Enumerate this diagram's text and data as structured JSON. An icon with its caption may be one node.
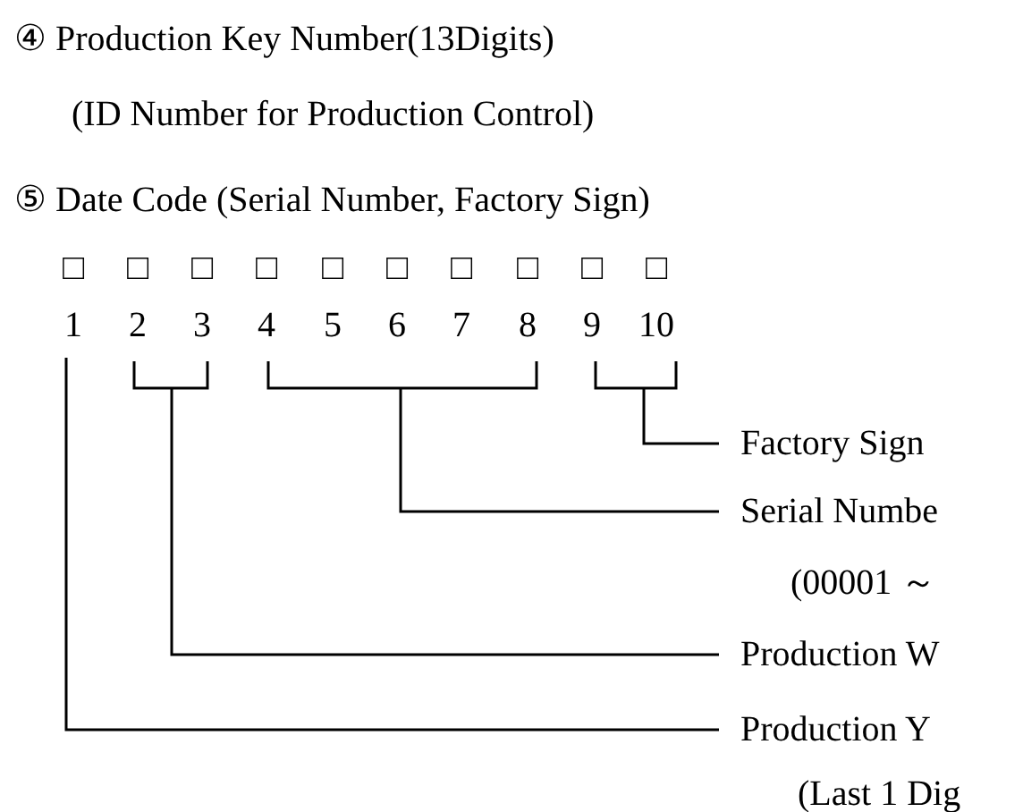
{
  "diagram": {
    "nodes": [
      {
        "text": [
          "1"
        ]
      },
      {
        "text": [],
        "shape": "bracket"
      },
      {
        "text": [],
        "shape": "bracket"
      },
      {
        "text": [],
        "shape": "bracket"
      },
      {
        "text": [
          "Factory Sign"
        ]
      },
      {
        "text": [
          "Serial Numbe",
          "(00001 ～"
        ]
      },
      {
        "text": [
          "Production W"
        ]
      },
      {
        "text": [
          "Production Y",
          "(Last 1 Dig"
        ]
      }
    ],
    "edges": [
      {
        "from": 4,
        "to": 3,
        "arrow": "none"
      },
      {
        "from": 5,
        "to": 2,
        "arrow": "none"
      },
      {
        "from": 6,
        "to": 1,
        "arrow": "none"
      },
      {
        "from": 7,
        "to": 0,
        "arrow": "none"
      }
    ],
    "labels": [
      "④ Production Key Number(13Digits)",
      "(ID Number for Production Control)",
      "⑤ Date Code (Serial Number, Factory Sign)",
      "□",
      "□",
      "□",
      "□",
      "□",
      "□",
      "□",
      "□",
      "□",
      "□",
      "2",
      "3",
      "4",
      "5",
      "6",
      "7",
      "8",
      "9",
      "10"
    ]
  }
}
